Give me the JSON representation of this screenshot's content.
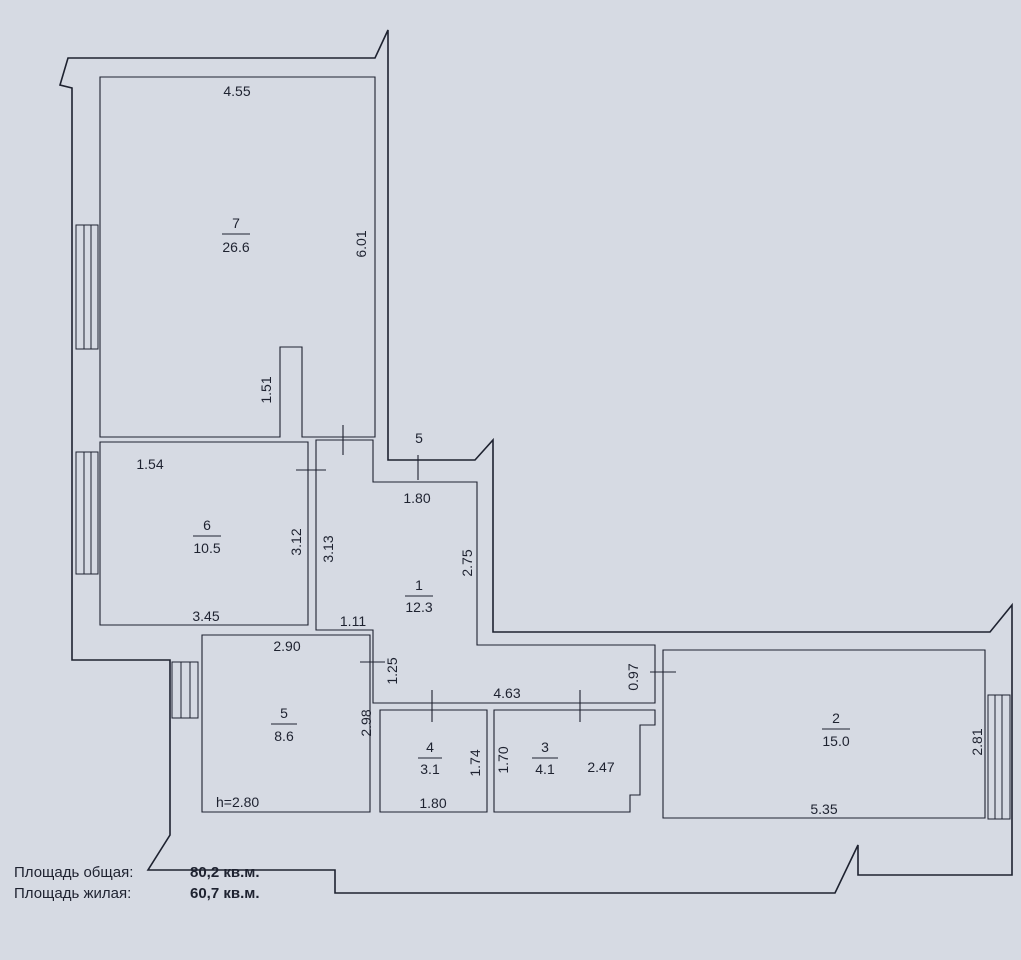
{
  "rooms": [
    {
      "id": "7",
      "num": "7",
      "area": "26.6"
    },
    {
      "id": "6",
      "num": "6",
      "area": "10.5"
    },
    {
      "id": "1",
      "num": "1",
      "area": "12.3"
    },
    {
      "id": "5",
      "num": "5",
      "area": "8.6"
    },
    {
      "id": "4",
      "num": "4",
      "area": "3.1"
    },
    {
      "id": "3",
      "num": "3",
      "area": "4.1"
    },
    {
      "id": "2",
      "num": "2",
      "area": "15.0"
    }
  ],
  "corridor_label": "5",
  "dimensions": {
    "d455": "4.55",
    "d601": "6.01",
    "d151": "1.51",
    "d154": "1.54",
    "d312": "3.12",
    "d313": "3.13",
    "d345": "3.45",
    "d180a": "1.80",
    "d275": "2.75",
    "d111": "1.11",
    "d290": "2.90",
    "d125": "1.25",
    "d298": "2.98",
    "d463": "4.63",
    "d174": "1.74",
    "d170": "1.70",
    "d247": "2.47",
    "d180b": "1.80",
    "d097": "0.97",
    "d281": "2.81",
    "d535": "5.35"
  },
  "ceiling_height": "h=2.80",
  "summary": {
    "total_label": "Площадь общая:",
    "total_value": "80,2 кв.м.",
    "living_label": "Площадь жилая:",
    "living_value": "60,7 кв.м."
  }
}
